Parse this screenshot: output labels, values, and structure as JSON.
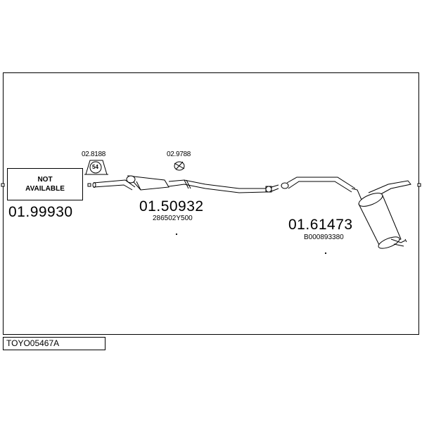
{
  "not_available_box": {
    "line1": "NOT",
    "line2": "AVAILABLE"
  },
  "parts": {
    "front_pipe": {
      "number": "01.99930"
    },
    "middle_silencer": {
      "number": "01.50932",
      "oem": "286502Y500"
    },
    "rear_silencer": {
      "number": "01.61473",
      "oem": "B000893380"
    }
  },
  "clamps": {
    "clamp_1": {
      "code": "02.8188",
      "size_marking": "54"
    },
    "clamp_2": {
      "code": "02.9788"
    }
  },
  "reference": {
    "code": "TOYO05467A"
  },
  "colors": {
    "line": "#000000",
    "background": "#ffffff"
  }
}
